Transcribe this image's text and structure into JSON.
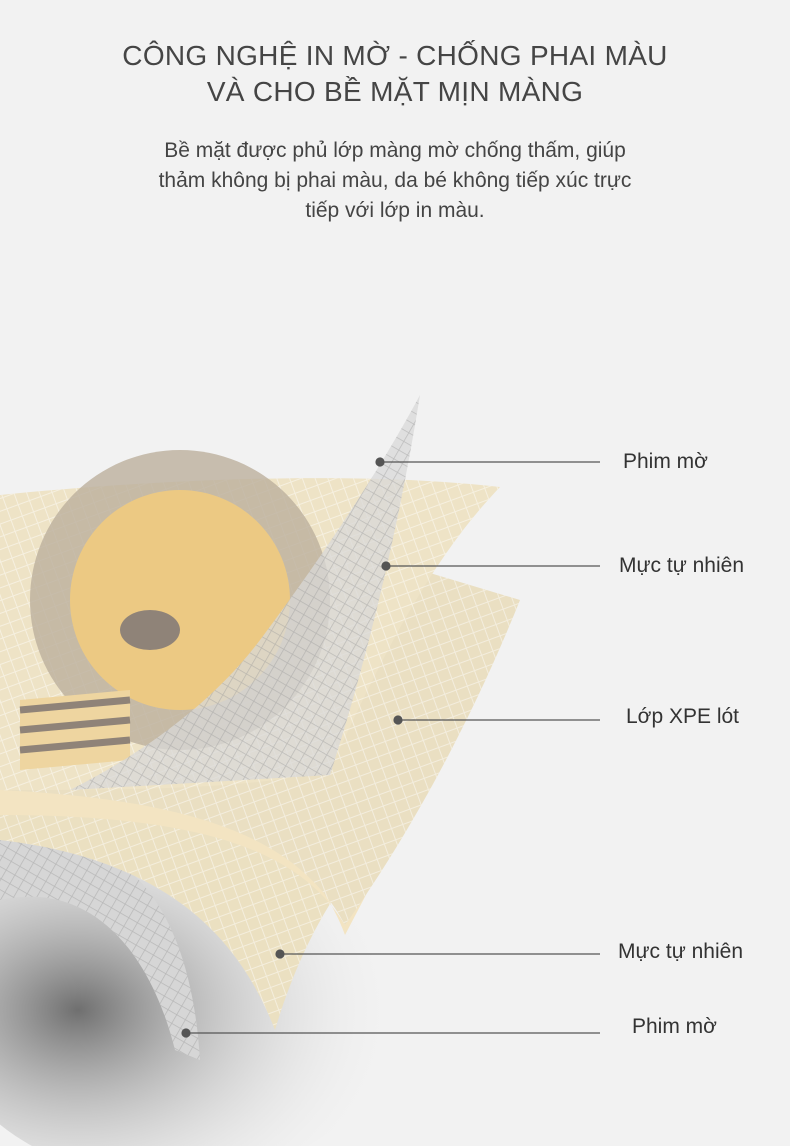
{
  "header": {
    "title_lines": [
      "CÔNG NGHỆ IN MỜ - CHỐNG PHAI MÀU",
      "VÀ CHO BỀ MẶT MỊN MÀNG"
    ],
    "description_lines": [
      "Bề mặt được phủ lớp màng mờ chống thấm, giúp",
      "thảm không bị phai màu, da bé không tiếp xúc trực",
      "tiếp với lớp in màu."
    ]
  },
  "layers": [
    {
      "label": "Phim mờ"
    },
    {
      "label": "Mực tự nhiên"
    },
    {
      "label": "Lớp XPE lót"
    },
    {
      "label": "Mực tự nhiên"
    },
    {
      "label": "Phim mờ"
    }
  ],
  "colors": {
    "background": "#f2f2f2",
    "text": "#404040",
    "mat_cream": "#eee3c6",
    "mat_edge": "#f3e2c0",
    "lion_yellow": "#ecc983",
    "lion_mane": "#b8aa98",
    "film": "#dcdcdc"
  }
}
